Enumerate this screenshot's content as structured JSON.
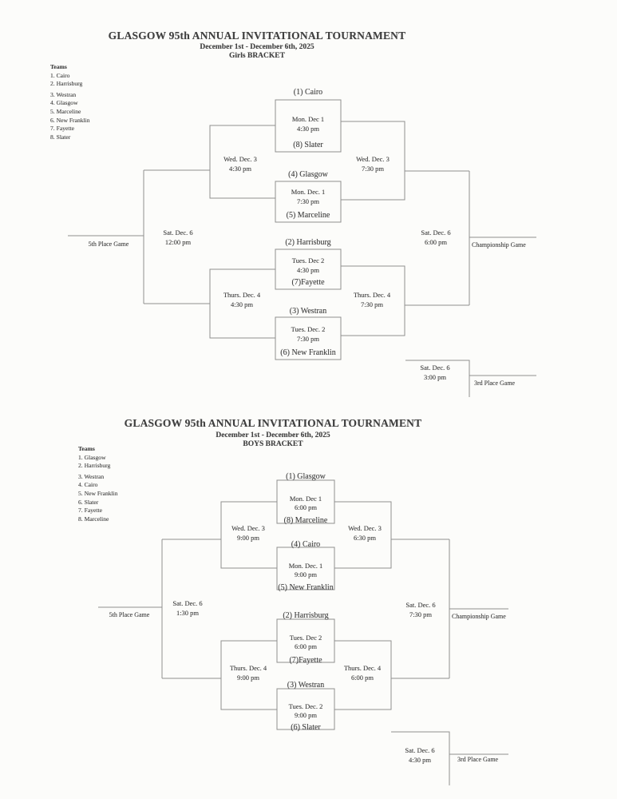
{
  "colors": {
    "background": "#fcfcfa",
    "line": "#8f8f8f",
    "text": "#3f3f3f"
  },
  "girls": {
    "title": "GLASGOW 95th ANNUAL INVITATIONAL TOURNAMENT",
    "dates": "December 1st - December 6th, 2025",
    "label": "Girls BRACKET",
    "teams_heading": "Teams",
    "teams": [
      "1. Cairo",
      "2. Harrisburg",
      "3. Westran",
      "4. Glasgow",
      "5. Marceline",
      "6. New Franklin",
      "7. Fayette",
      "8. Slater"
    ],
    "games": [
      {
        "top": "(1) Cairo",
        "date": "Mon. Dec 1",
        "time": "4:30 pm",
        "bottom": "(8) Slater"
      },
      {
        "top": "(4) Glasgow",
        "date": "Mon. Dec. 1",
        "time": "7:30 pm",
        "bottom": "(5) Marceline"
      },
      {
        "top": "(2) Harrisburg",
        "date": "Tues. Dec 2",
        "time": "4:30 pm",
        "bottom": "(7)Fayette"
      },
      {
        "top": "(3) Westran",
        "date": "Tues. Dec. 2",
        "time": "7:30 pm",
        "bottom": "(6) New Franklin"
      }
    ],
    "rounds": {
      "consolation_top": {
        "date": "Wed. Dec. 3",
        "time": "4:30 pm"
      },
      "semifinal_top": {
        "date": "Wed. Dec. 3",
        "time": "7:30 pm"
      },
      "consolation_bottom": {
        "date": "Thurs. Dec. 4",
        "time": "4:30 pm"
      },
      "semifinal_bottom": {
        "date": "Thurs. Dec. 4",
        "time": "7:30 pm"
      },
      "fifth_place": {
        "date": "Sat. Dec. 6",
        "time": "12:00 pm",
        "label": "5th Place Game"
      },
      "championship": {
        "date": "Sat. Dec. 6",
        "time": "6:00 pm",
        "label": "Championship Game"
      },
      "third_place": {
        "date": "Sat. Dec. 6",
        "time": "3:00 pm",
        "label": "3rd Place Game"
      }
    }
  },
  "boys": {
    "title": "GLASGOW 95th ANNUAL INVITATIONAL TOURNAMENT",
    "dates": "December 1st - December 6th, 2025",
    "label": "BOYS BRACKET",
    "teams_heading": "Teams",
    "teams": [
      "1. Glasgow",
      "2. Harrisburg",
      "3. Westran",
      "4. Cairo",
      "5. New Franklin",
      "6. Slater",
      "7. Fayette",
      "8. Marceline"
    ],
    "games": [
      {
        "top": "(1) Glasgow",
        "date": "Mon. Dec 1",
        "time": "6:00 pm",
        "bottom": "(8) Marceline"
      },
      {
        "top": "(4) Cairo",
        "date": "Mon. Dec. 1",
        "time": "9:00 pm",
        "bottom": "(5) New Franklin"
      },
      {
        "top": "(2) Harrisburg",
        "date": "Tues. Dec 2",
        "time": "6:00 pm",
        "bottom": "(7)Fayette"
      },
      {
        "top": "(3) Westran",
        "date": "Tues. Dec. 2",
        "time": "9:00 pm",
        "bottom": "(6) Slater"
      }
    ],
    "rounds": {
      "consolation_top": {
        "date": "Wed. Dec. 3",
        "time": "9:00 pm"
      },
      "semifinal_top": {
        "date": "Wed. Dec. 3",
        "time": "6:30 pm"
      },
      "consolation_bottom": {
        "date": "Thurs. Dec. 4",
        "time": "9:00 pm"
      },
      "semifinal_bottom": {
        "date": "Thurs. Dec. 4",
        "time": "6:00 pm"
      },
      "fifth_place": {
        "date": "Sat. Dec. 6",
        "time": "1:30 pm",
        "label": "5th Place Game"
      },
      "championship": {
        "date": "Sat. Dec. 6",
        "time": "7:30 pm",
        "label": "Championship Game"
      },
      "third_place": {
        "date": "Sat. Dec. 6",
        "time": "4:30 pm",
        "label": "3rd Place Game"
      }
    }
  }
}
